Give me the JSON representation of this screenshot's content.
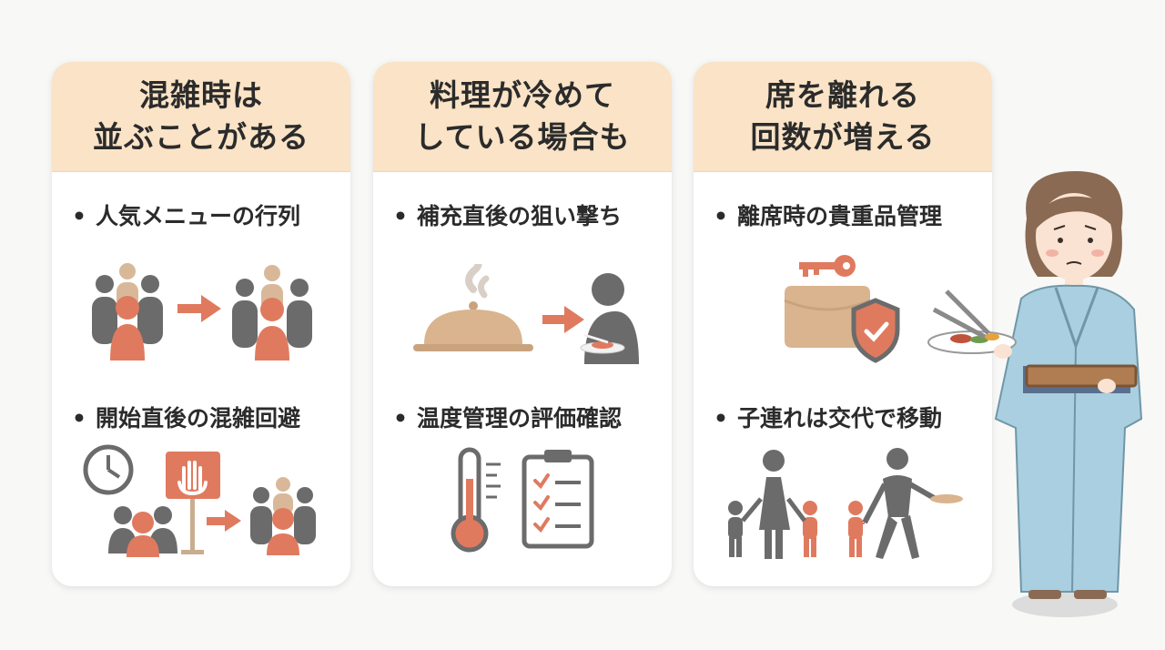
{
  "cards": [
    {
      "title_lines": [
        "混雑時は",
        "並ぶことがある"
      ],
      "bullets": [
        "人気メニューの行列",
        "開始直後の混雑回避"
      ],
      "icons": [
        "crowd-queue-icon",
        "clock-stop-hand-icon"
      ]
    },
    {
      "title_lines": [
        "料理が冷めて",
        "している場合も"
      ],
      "bullets": [
        "補充直後の狙い撃ち",
        "温度管理の評価確認"
      ],
      "icons": [
        "cloche-dish-icon",
        "thermometer-checklist-icon"
      ]
    },
    {
      "title_lines": [
        "席を離れる",
        "回数が増える"
      ],
      "bullets": [
        "離席時の貴重品管理",
        "子連れは交代で移動"
      ],
      "icons": [
        "wallet-key-shield-icon",
        "family-walking-icon"
      ]
    }
  ],
  "colors": {
    "header_bg": "#fae3c6",
    "accent_orange": "#e07a5f",
    "gray_figure": "#6b6b6b",
    "yukata_blue": "#a9cfe0"
  }
}
